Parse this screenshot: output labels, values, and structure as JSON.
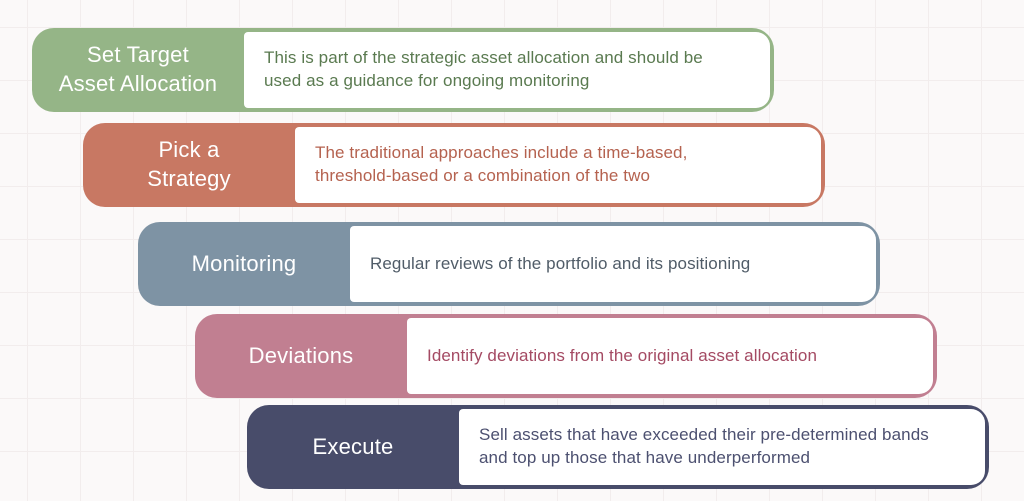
{
  "diagram": {
    "label_text_color": "#ffffff",
    "steps": [
      {
        "label": "Set Target\nAsset Allocation",
        "description": "This is part of the strategic asset allocation and should be used as a guidance for ongoing monitoring",
        "accent_color": "#95b587",
        "description_text_color": "#5a7a50"
      },
      {
        "label": "Pick a\nStrategy",
        "description": "The traditional approaches include a time-based, threshold-based or a combination of the two",
        "accent_color": "#c87863",
        "description_text_color": "#b5624f"
      },
      {
        "label": "Monitoring",
        "description": "Regular reviews of the portfolio and its positioning",
        "accent_color": "#7e93a4",
        "description_text_color": "#505c68"
      },
      {
        "label": "Deviations",
        "description": "Identify deviations from the original asset allocation",
        "accent_color": "#c17f91",
        "description_text_color": "#a44a63"
      },
      {
        "label": "Execute",
        "description": "Sell assets that have exceeded their pre-determined bands and top up those that have underperformed",
        "accent_color": "#484c6a",
        "description_text_color": "#4c5070"
      }
    ]
  }
}
